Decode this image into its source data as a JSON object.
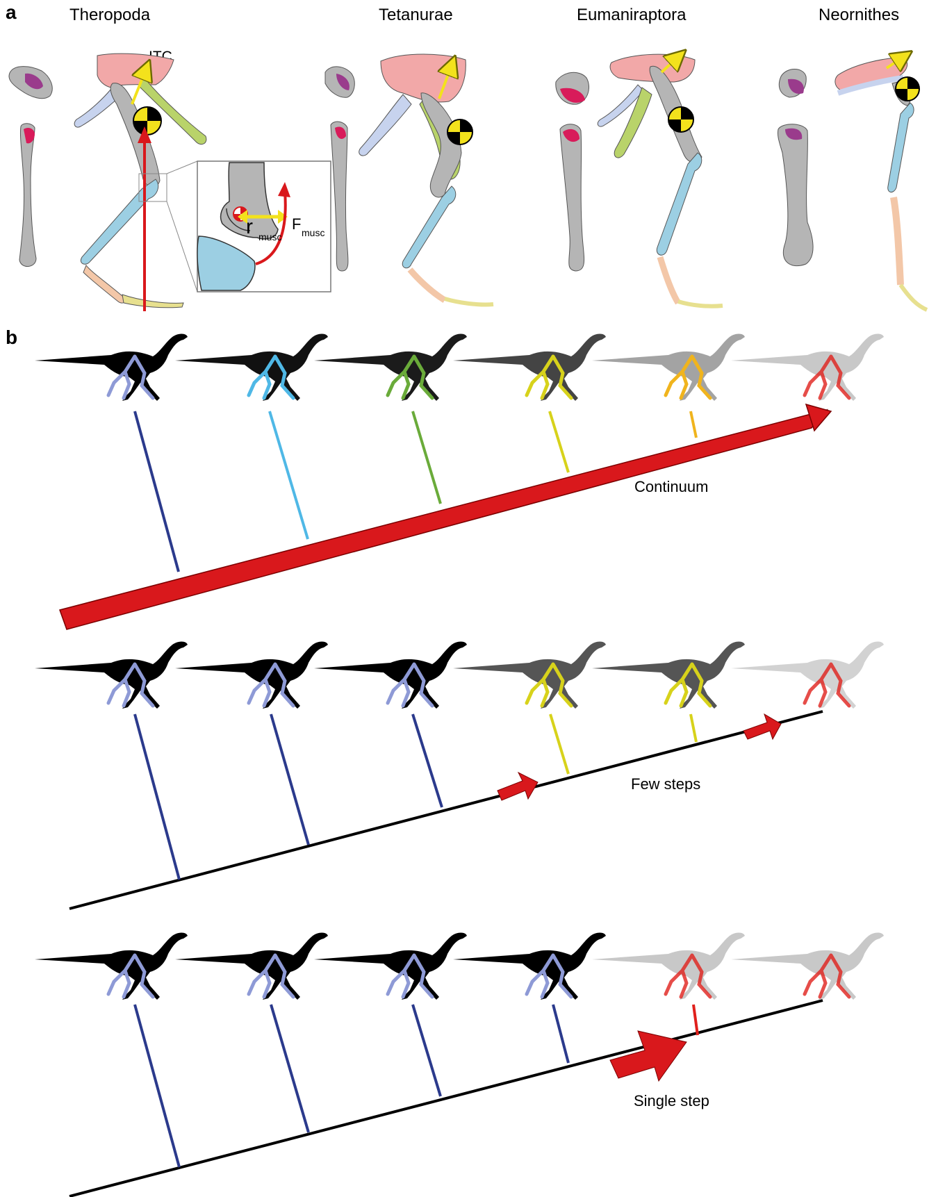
{
  "panel_a": {
    "letter": "a",
    "clades": [
      "Theropoda",
      "Tetanurae",
      "Eumaniraptora",
      "Neornithes"
    ],
    "itc_label": "ITC",
    "inset_r": "r",
    "inset_r_sub": "musc",
    "inset_f": "F",
    "inset_f_sub": "musc"
  },
  "panel_b": {
    "letter": "b",
    "scenarios": [
      {
        "label": "Continuum",
        "taxa_colors": [
          "#2b3a8c",
          "#4fb8e6",
          "#6aab3a",
          "#d7d21b",
          "#f0b41d",
          "#e0201c"
        ]
      },
      {
        "label": "Few steps",
        "taxa_colors": [
          "#2b3a8c",
          "#2b3a8c",
          "#2b3a8c",
          "#d7d21b",
          "#d7d21b",
          "#e0201c"
        ]
      },
      {
        "label": "Single step",
        "taxa_colors": [
          "#2b3a8c",
          "#2b3a8c",
          "#2b3a8c",
          "#2b3a8c",
          "#e0201c",
          "#e0201c"
        ]
      }
    ]
  },
  "colors": {
    "arrow_red": "#d9181c",
    "bone_gray": "#b5b5b5",
    "pelvis_pink": "#f2a8a8",
    "tibia_blue": "#9ccfe3",
    "pubis_green": "#b9d36a",
    "femur_head": "#d81b5a",
    "muscle_arrow": "#f3e21c"
  }
}
